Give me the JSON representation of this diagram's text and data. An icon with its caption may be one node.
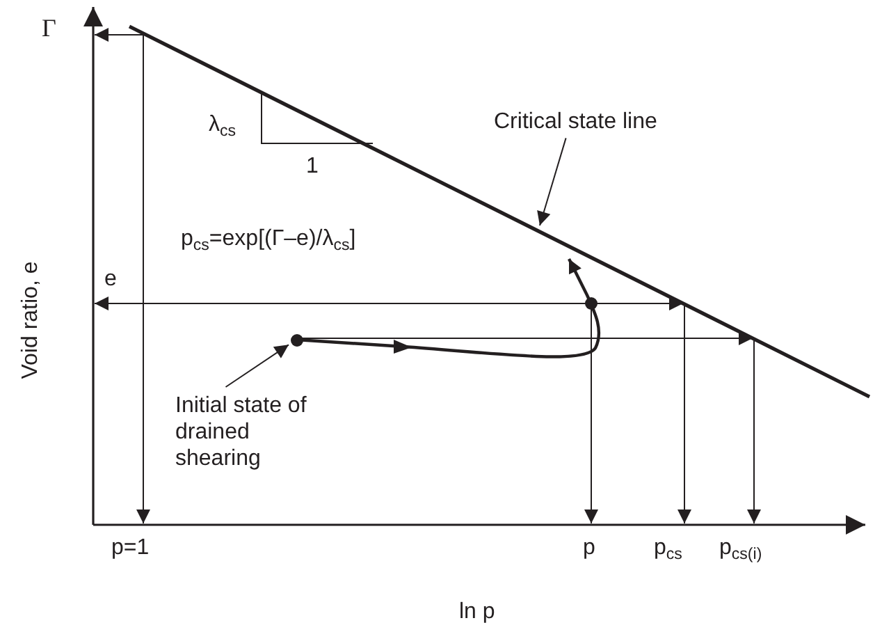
{
  "diagram": {
    "nodes": [
      {
        "text": [
          "Critical state line"
        ]
      },
      {
        "text": [
          "Initial state of drained shearing"
        ]
      },
      {
        "text": [],
        "shape": "circle"
      }
    ],
    "edges": [
      {
        "from": 0,
        "to": null,
        "arrow": "to"
      },
      {
        "from": 1,
        "to": 2,
        "arrow": "to"
      }
    ],
    "labels": [
      "Γ",
      "λ$_{cs}$",
      "1",
      "p$_{cs}$=exp[(Γ–e)/λ$_{cs}$]",
      "e",
      "Void ratio, e",
      "p=1",
      "p",
      "p$_{cs}$",
      "p$_{cs(i)}$",
      "ln p"
    ]
  }
}
